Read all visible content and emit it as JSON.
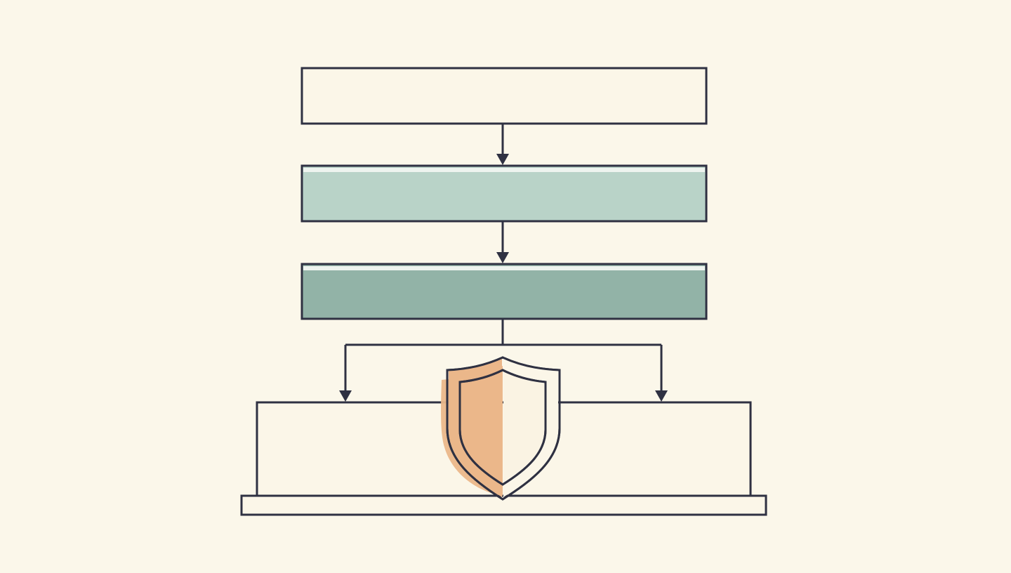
{
  "diagram": {
    "kind": "layered flow diagram with shield",
    "colors": {
      "background": "#fbf7ea",
      "stroke": "#2f3142",
      "box_fill": "#fbf6e8",
      "layer_light": "#b9d3c8",
      "layer_dark": "#92b3a7",
      "layer_highlight": "#eef4ef",
      "shield_accent": "#ebb78a"
    },
    "nodes": [
      {
        "id": "top-layer",
        "label": ""
      },
      {
        "id": "middle-layer",
        "label": ""
      },
      {
        "id": "lower-layer",
        "label": ""
      },
      {
        "id": "left-branch",
        "label": ""
      },
      {
        "id": "right-branch",
        "label": ""
      },
      {
        "id": "base-platform",
        "label": ""
      }
    ],
    "edges": [
      {
        "from": "top-layer",
        "to": "middle-layer"
      },
      {
        "from": "middle-layer",
        "to": "lower-layer"
      },
      {
        "from": "lower-layer",
        "to": "left-branch"
      },
      {
        "from": "lower-layer",
        "to": "right-branch"
      }
    ],
    "icons": [
      "shield-icon"
    ]
  }
}
